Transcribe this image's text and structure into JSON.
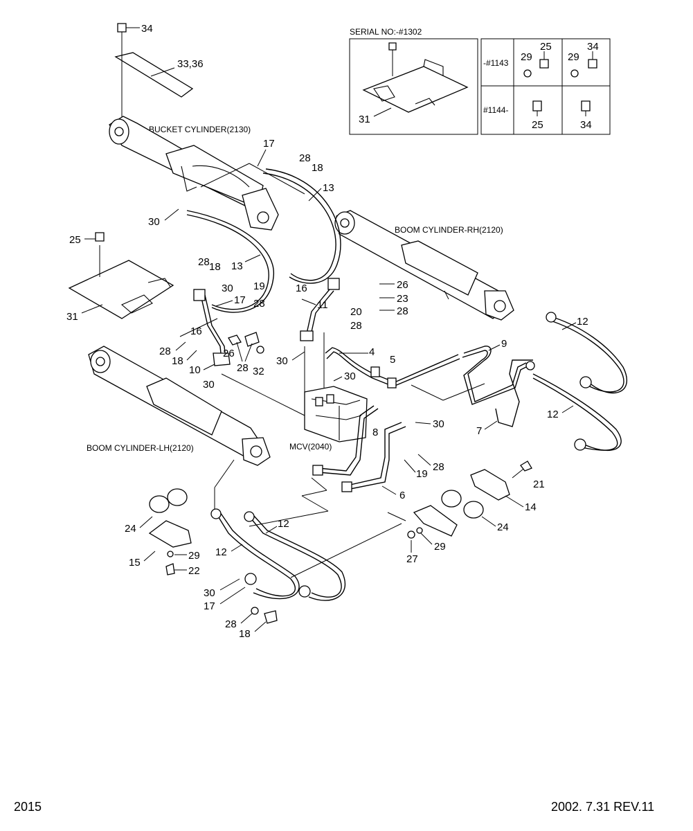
{
  "page": {
    "page_number": "2015",
    "revision": "2002. 7.31  REV.11"
  },
  "assemblies": {
    "bucket_cylinder": "BUCKET CYLINDER(2130)",
    "boom_cylinder_rh": "BOOM CYLINDER-RH(2120)",
    "boom_cylinder_lh": "BOOM CYLINDER-LH(2120)",
    "mcv": "MCV(2040)"
  },
  "inset": {
    "serial_label": "SERIAL NO:-#1302",
    "row1_serial": "-#1143",
    "row2_serial": "#1144-",
    "labels": {
      "c29a": "29",
      "c25a": "25",
      "c29b": "29",
      "c34a": "34",
      "c25b": "25",
      "c34b": "34",
      "c31": "31"
    }
  },
  "callouts": {
    "c34": "34",
    "c33": "33,36",
    "c17a": "17",
    "c28a": "28",
    "c18a": "18",
    "c13a": "13",
    "c30a": "30",
    "c25": "25",
    "c28b": "28",
    "c18b": "18",
    "c13b": "13",
    "c31": "31",
    "c30b": "30",
    "c17b": "17",
    "c19a": "19",
    "c28c": "28",
    "c16a": "16",
    "c11": "11",
    "c26a": "26",
    "c23": "23",
    "c28d": "28",
    "c20": "20",
    "c28e": "28",
    "c16b": "16",
    "c28f": "28",
    "c18c": "18",
    "c26b": "26",
    "c28g": "28",
    "c32": "32",
    "c10": "10",
    "c30c": "30",
    "c4": "4",
    "c5": "5",
    "c30d": "30",
    "c30e": "30",
    "c9": "9",
    "c12a": "12",
    "c12b": "12",
    "c7": "7",
    "c8": "8",
    "c30f": "30",
    "c28h": "28",
    "c19b": "19",
    "c6": "6",
    "c21": "21",
    "c14": "14",
    "c24a": "24",
    "c24b": "24",
    "c12c": "12",
    "c12d": "12",
    "c15": "15",
    "c29": "29",
    "c22": "22",
    "c30g": "30",
    "c17c": "17",
    "c28i": "28",
    "c18d": "18",
    "c27": "27",
    "c29b": "29"
  }
}
